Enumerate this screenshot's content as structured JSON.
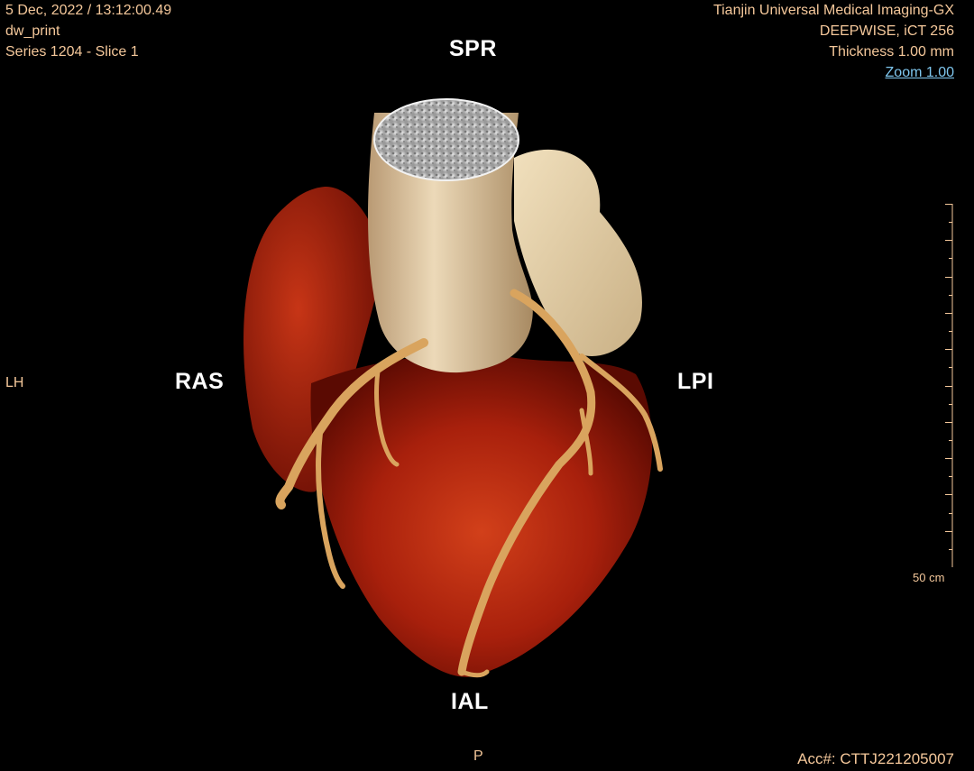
{
  "header_left": {
    "datetime": "5 Dec, 2022 / 13:12:00.49",
    "user": "dw_print",
    "series": "Series 1204 - Slice 1"
  },
  "header_right": {
    "institution": "Tianjin Universal Medical Imaging-GX",
    "device": "DEEPWISE, iCT 256",
    "thickness": "Thickness 1.00 mm",
    "zoom": "Zoom 1.00"
  },
  "orientation": {
    "top": "SPR",
    "left": "RAS",
    "right": "LPI",
    "bottom": "IAL"
  },
  "side_label_left": "LH",
  "bottom_label": "P",
  "accession": "Acc#: CTTJ221205007",
  "scale": {
    "label": "50 cm"
  },
  "colors": {
    "overlay_text": "#f4c79a",
    "zoom_link": "#7fc7ef",
    "myocardium": "#a8200c",
    "vessel": "#d9a45e",
    "aorta": "#e6d2b0",
    "background": "#000000"
  }
}
